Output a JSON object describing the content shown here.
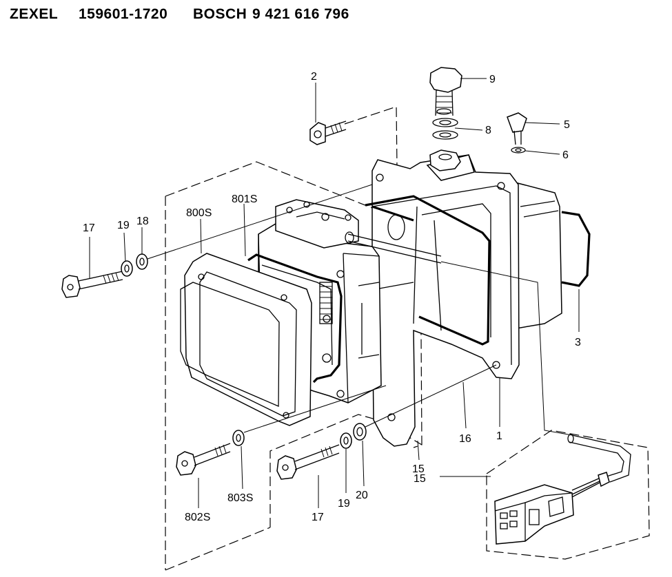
{
  "header": {
    "brand": "ZEXEL",
    "part_number": "159601-1720",
    "maker": "BOSCH",
    "maker_number": "9 421 616 796"
  },
  "callouts": [
    {
      "id": "callout-2",
      "text": "2"
    },
    {
      "id": "callout-9",
      "text": "9"
    },
    {
      "id": "callout-8",
      "text": "8"
    },
    {
      "id": "callout-5",
      "text": "5"
    },
    {
      "id": "callout-6",
      "text": "6"
    },
    {
      "id": "callout-3",
      "text": "3"
    },
    {
      "id": "callout-1",
      "text": "1"
    },
    {
      "id": "callout-16",
      "text": "16"
    },
    {
      "id": "callout-15-a",
      "text": "15"
    },
    {
      "id": "callout-15-b",
      "text": "15"
    },
    {
      "id": "callout-17-a",
      "text": "17"
    },
    {
      "id": "callout-19-a",
      "text": "19"
    },
    {
      "id": "callout-18",
      "text": "18"
    },
    {
      "id": "callout-800s",
      "text": "800S"
    },
    {
      "id": "callout-801s",
      "text": "801S"
    },
    {
      "id": "callout-802s",
      "text": "802S"
    },
    {
      "id": "callout-803s",
      "text": "803S"
    },
    {
      "id": "callout-17-b",
      "text": "17"
    },
    {
      "id": "callout-19-b",
      "text": "19"
    },
    {
      "id": "callout-20",
      "text": "20"
    }
  ]
}
